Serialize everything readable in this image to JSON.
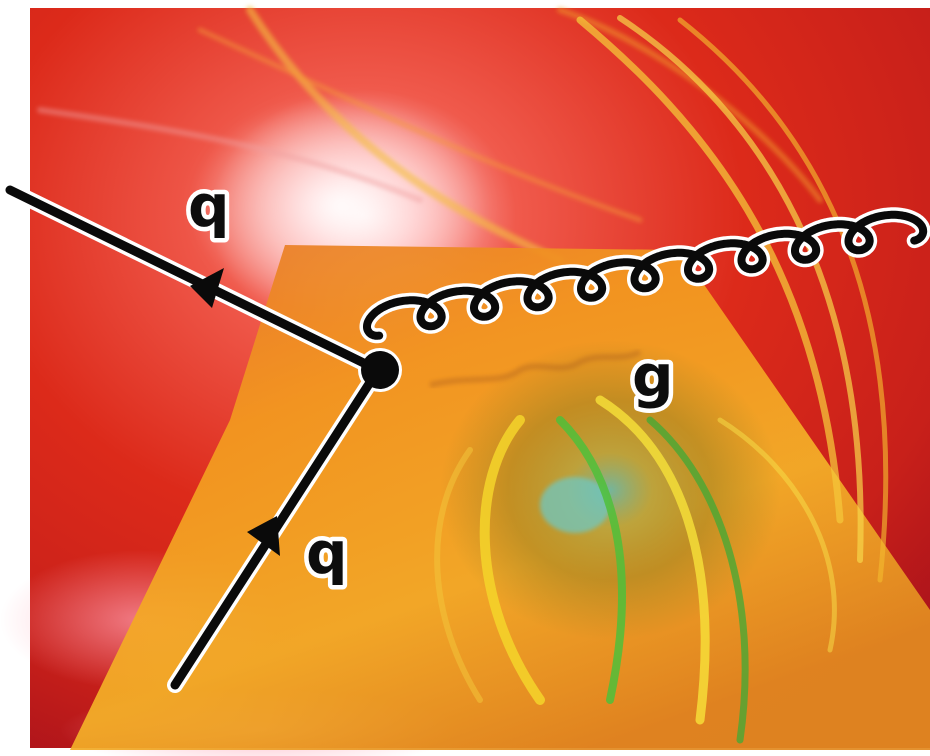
{
  "labels": {
    "quark_out": "q",
    "quark_in": "q",
    "gluon": "g"
  },
  "colors": {
    "background_red": "#d8231a",
    "panel_orange": "#f3a21c",
    "line": "#0a0a0a",
    "halo": "#ffffff",
    "ring_yellow": "#f7e23a",
    "ring_green": "#4fbf3a"
  }
}
